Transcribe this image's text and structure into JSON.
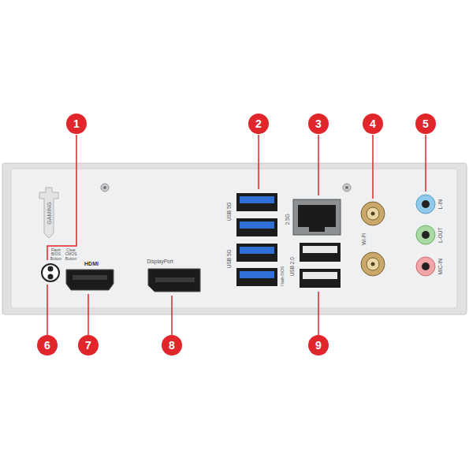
{
  "diagram": {
    "labels": [
      "1",
      "2",
      "3",
      "4",
      "5",
      "6",
      "7",
      "8",
      "9",
      "GAMING",
      "Flash BIOS Button",
      "Clear CMOS Button",
      "HDMI",
      "DisplayPort",
      "USB 5G",
      "USB 5G",
      "Flash BIOS",
      "2.5G",
      "USB 2.0",
      "Wi-Fi",
      "L-IN",
      "L-OUT",
      "MIC-IN"
    ]
  }
}
